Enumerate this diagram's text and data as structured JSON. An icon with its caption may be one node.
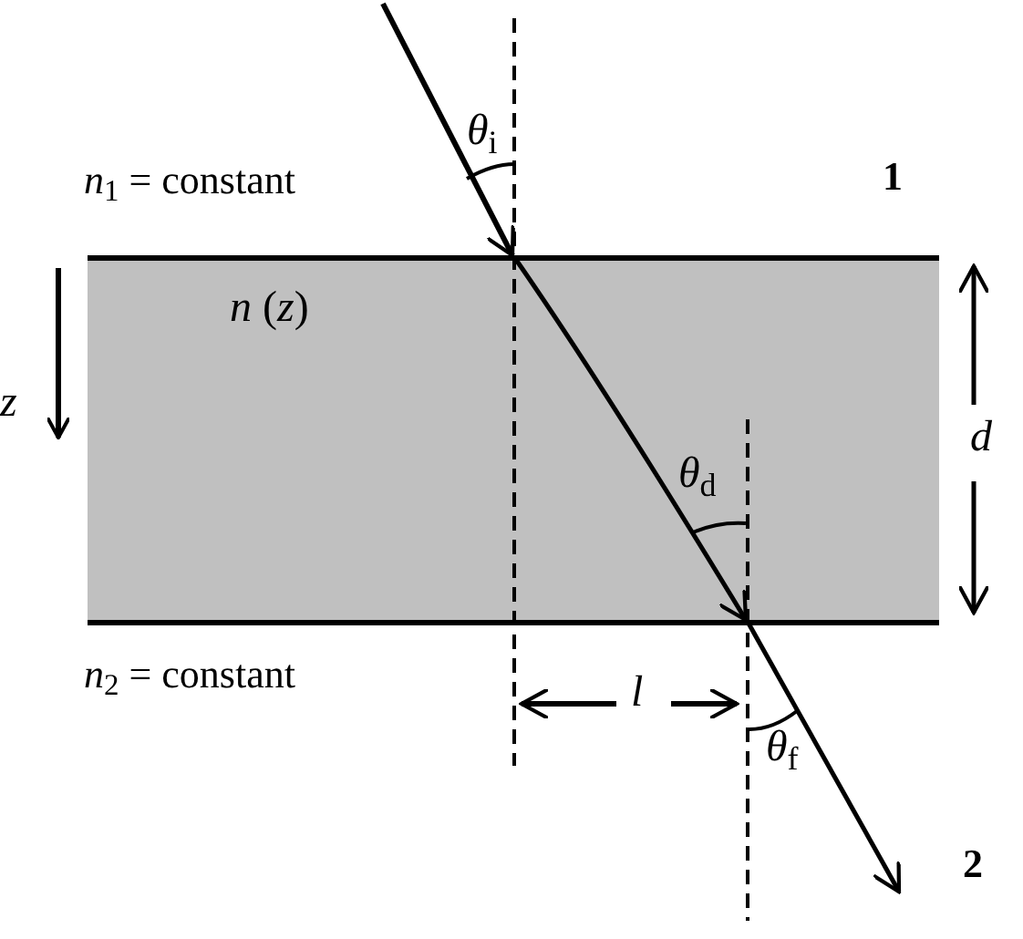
{
  "diagram": {
    "nodes": [
      {
        "text": [
          "*n* (*z*)"
        ]
      }
    ],
    "labels": [
      "*θ*$_{i}$",
      "*n*$_{1}$ = constant",
      "1",
      "*z*",
      "*d*",
      "*θ*$_{d}$",
      "*n*$_{2}$ = constant",
      "*l*",
      "*θ*$_{f}$",
      "2"
    ]
  }
}
